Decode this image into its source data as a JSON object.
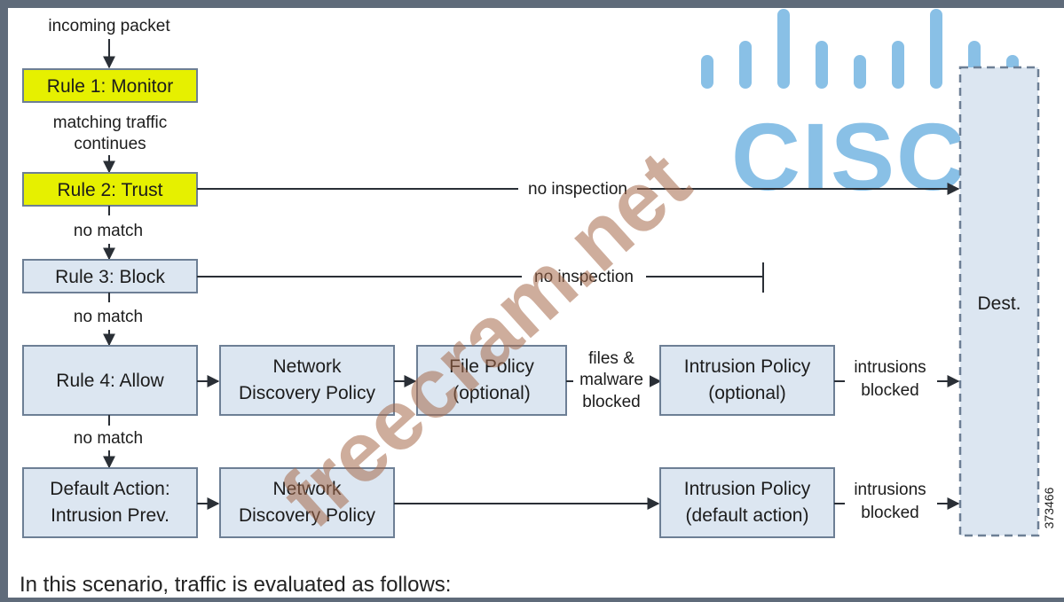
{
  "diagram": {
    "top_label": "incoming packet",
    "rule1": {
      "label": "Rule 1: Monitor"
    },
    "rule1_to_rule2": [
      "matching traffic",
      "continues"
    ],
    "rule2": {
      "label": "Rule 2: Trust",
      "path_label": "no inspection"
    },
    "rule2_to_rule3": "no match",
    "rule3": {
      "label": "Rule 3: Block",
      "path_label": "no inspection"
    },
    "rule3_to_rule4": "no match",
    "rule4": {
      "label": "Rule 4: Allow",
      "ndp": [
        "Network",
        "Discovery Policy"
      ],
      "file_policy": [
        "File Policy",
        "(optional)"
      ],
      "file_result": [
        "files &",
        "malware",
        "blocked"
      ],
      "intrusion_policy": [
        "Intrusion Policy",
        "(optional)"
      ],
      "intrusion_result": [
        "intrusions",
        "blocked"
      ]
    },
    "rule4_to_default": "no match",
    "default_action": {
      "label": [
        "Default Action:",
        "Intrusion Prev."
      ],
      "ndp": [
        "Network",
        "Discovery Policy"
      ],
      "intrusion_policy": [
        "Intrusion Policy",
        "(default action)"
      ],
      "intrusion_result": [
        "intrusions",
        "blocked"
      ]
    },
    "destination": "Dest.",
    "figure_id": "373466"
  },
  "logo": {
    "text": "CISCO",
    "color": "#5ba8dc"
  },
  "watermark": "freecram.net",
  "caption": "In this scenario, traffic is evaluated as follows:",
  "colors": {
    "rule_highlight": "#e6f000",
    "box_fill": "#dce6f1",
    "box_stroke": "#6d7f95"
  }
}
